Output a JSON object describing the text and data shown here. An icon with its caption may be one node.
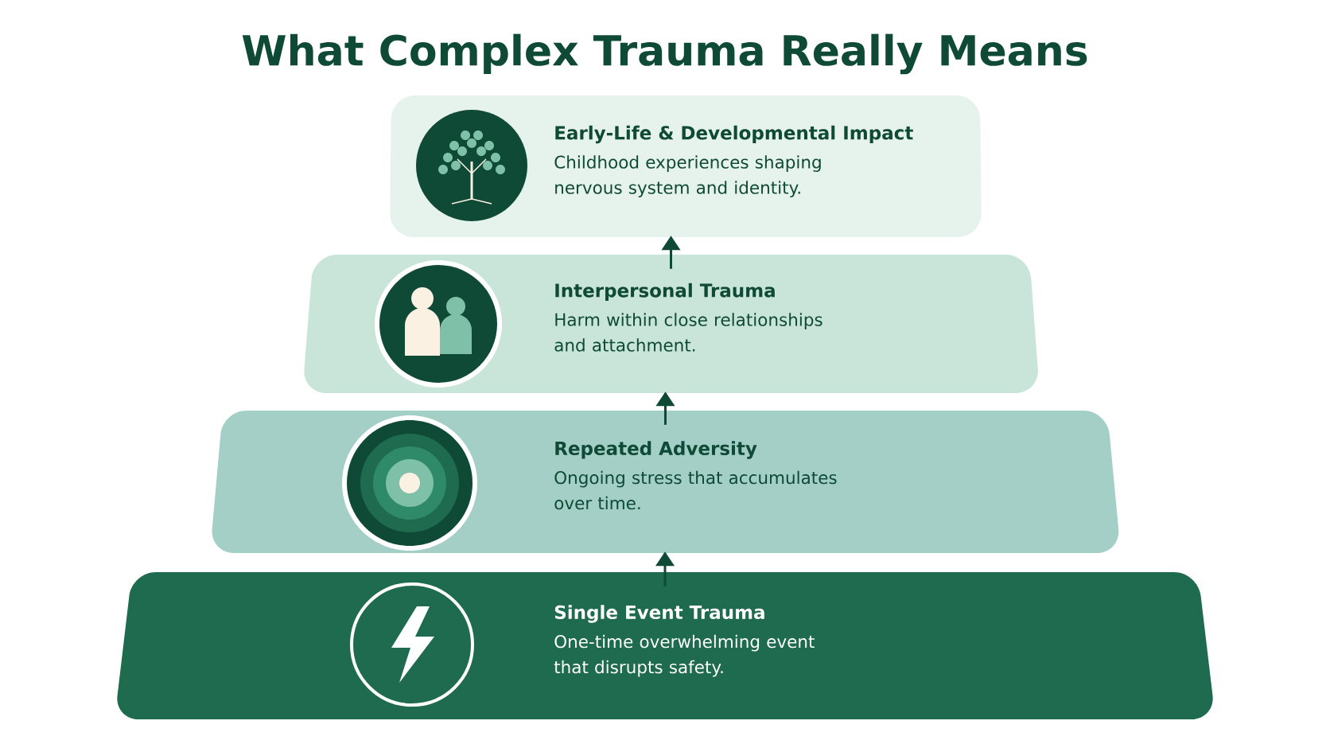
{
  "diagram": {
    "title": "What Complex Trauma Really Means",
    "nodes": [
      {
        "text": [
          "Early-Life & Developmental Impact",
          "Childhood experiences shaping nervous system and identity."
        ]
      },
      {
        "text": [
          "Interpersonal Trauma",
          "Harm within close relationships and attachment."
        ]
      },
      {
        "text": [
          "Repeated Adversity",
          "Ongoing stress that accumulates over time."
        ]
      },
      {
        "text": [
          "Single Event Trauma",
          "One-time overwhelming event that disrupts safety."
        ]
      }
    ],
    "edges": [
      {
        "from": 3,
        "to": 2,
        "arrow": "to"
      },
      {
        "from": 2,
        "to": 1,
        "arrow": "to"
      },
      {
        "from": 1,
        "to": 0,
        "arrow": "to"
      }
    ]
  }
}
